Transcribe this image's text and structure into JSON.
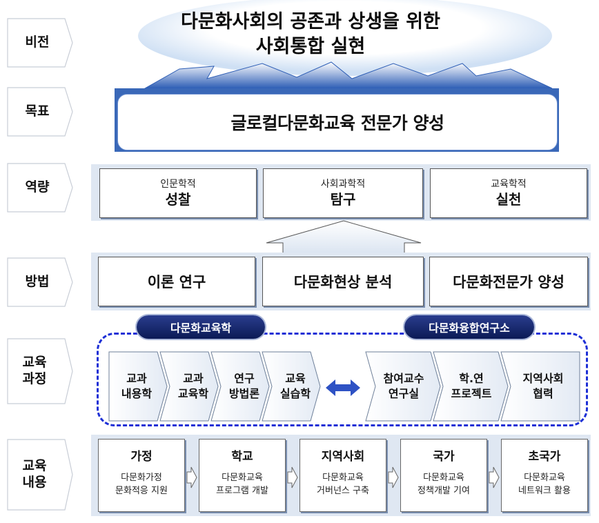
{
  "rows": {
    "vision": "비전",
    "goal": "목표",
    "competency": "역량",
    "method": "방법",
    "curriculum": [
      "교육",
      "과정"
    ],
    "content": [
      "교육",
      "내용"
    ]
  },
  "vision": {
    "line1": "다문화사회의 공존과 상생을 위한",
    "line2": "사회통합 실현"
  },
  "goal": "글로컬다문화교육 전문가 양성",
  "competencies": [
    {
      "sub": "인문학적",
      "main": "성찰"
    },
    {
      "sub": "사회과학적",
      "main": "탐구"
    },
    {
      "sub": "교육학적",
      "main": "실천"
    }
  ],
  "methods": [
    "이론 연구",
    "다문화현상 분석",
    "다문화전문가 양성"
  ],
  "curriculum": {
    "left_label": "다문화교육학",
    "right_label": "다문화융합연구소",
    "left_items": [
      [
        "교과",
        "내용학"
      ],
      [
        "교과",
        "교육학"
      ],
      [
        "연구",
        "방법론"
      ],
      [
        "교육",
        "실습학"
      ]
    ],
    "right_items": [
      [
        "참여교수",
        "연구실"
      ],
      [
        "학.연",
        "프로젝트"
      ],
      [
        "지역사회",
        "협력"
      ]
    ]
  },
  "contents": [
    {
      "title": "가정",
      "desc": [
        "다문화가정",
        "문화적응 지원"
      ]
    },
    {
      "title": "학교",
      "desc": [
        "다문화교육",
        "프로그램 개발"
      ]
    },
    {
      "title": "지역사회",
      "desc": [
        "다문화교육",
        "거버넌스 구축"
      ]
    },
    {
      "title": "국가",
      "desc": [
        "다문화교육",
        "정책개발 기여"
      ]
    },
    {
      "title": "초국가",
      "desc": [
        "다문화교육",
        "네트워크 활용"
      ]
    }
  ],
  "colors": {
    "dark_blue": "#3a68b8",
    "navy": "#0b1a55",
    "dash_blue": "#1d2fd6",
    "band": "#dfe7f2"
  }
}
